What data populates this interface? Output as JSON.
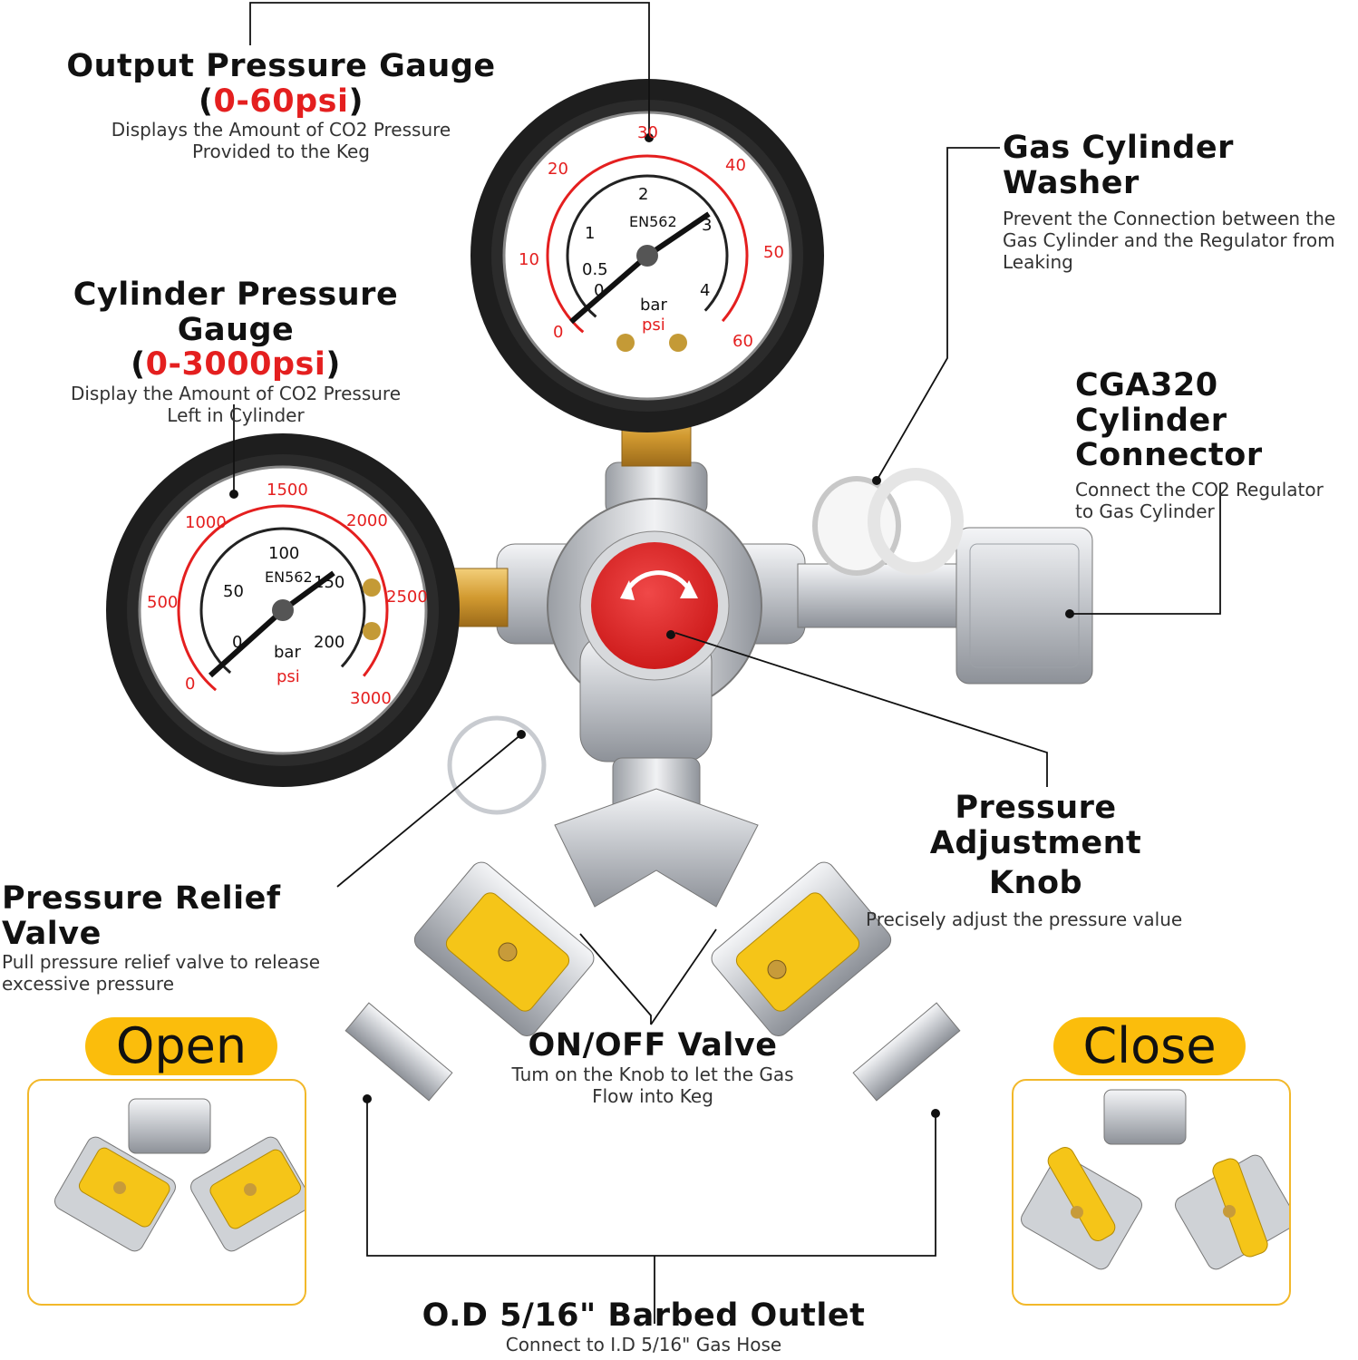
{
  "labels": {
    "output_gauge": {
      "title": "Output Pressure Gauge",
      "range": "0-60psi",
      "desc_line1": "Displays the Amount of CO2 Pressure",
      "desc_line2": "Provided to the Keg"
    },
    "cylinder_gauge": {
      "title": "Cylinder Pressure Gauge",
      "range": "0-3000psi",
      "desc_line1": "Display the Amount of CO2 Pressure",
      "desc_line2": "Left in Cylinder"
    },
    "washer": {
      "title": "Gas Cylinder Washer",
      "desc_line1": "Prevent the Connection between the",
      "desc_line2": "Gas Cylinder and the Regulator from",
      "desc_line3": "Leaking"
    },
    "connector": {
      "title_line1": "CGA320 Cylinder",
      "title_line2": "Connector",
      "desc_line1": "Connect the CO2 Regulator",
      "desc_line2": "to Gas Cylinder"
    },
    "knob": {
      "title_line1": "Pressure Adjustment",
      "title_line2": "Knob",
      "desc": "Precisely adjust the pressure value"
    },
    "relief": {
      "title": "Pressure Relief Valve",
      "desc_line1": "Pull pressure relief valve to release",
      "desc_line2": "excessive pressure"
    },
    "onoff": {
      "title": "ON/OFF Valve",
      "desc_line1": "Tum on the Knob to let the Gas",
      "desc_line2": "Flow into Keg"
    },
    "outlet": {
      "title": "O.D 5/16\" Barbed Outlet",
      "desc": "Connect to I.D 5/16\" Gas Hose"
    },
    "open": "Open",
    "close": "Close"
  },
  "gauges": {
    "output": {
      "brand": "EN562",
      "unit_bar": "bar",
      "unit_psi": "psi",
      "psi_ticks": [
        "0",
        "10",
        "20",
        "30",
        "40",
        "50",
        "60"
      ],
      "bar_ticks": [
        "0",
        "0.5",
        "1",
        "2",
        "3",
        "4"
      ]
    },
    "cylinder": {
      "brand": "EN562",
      "unit_bar": "bar",
      "unit_psi": "psi",
      "psi_ticks": [
        "0",
        "500",
        "1000",
        "1500",
        "2000",
        "2500",
        "3000"
      ],
      "bar_ticks": [
        "0",
        "50",
        "100",
        "150",
        "200"
      ]
    }
  },
  "colors": {
    "accent_red": "#e41f1f",
    "valve_yellow": "#fbbd0c",
    "metal": "#c9cbcf",
    "brass": "#d9a23c"
  }
}
